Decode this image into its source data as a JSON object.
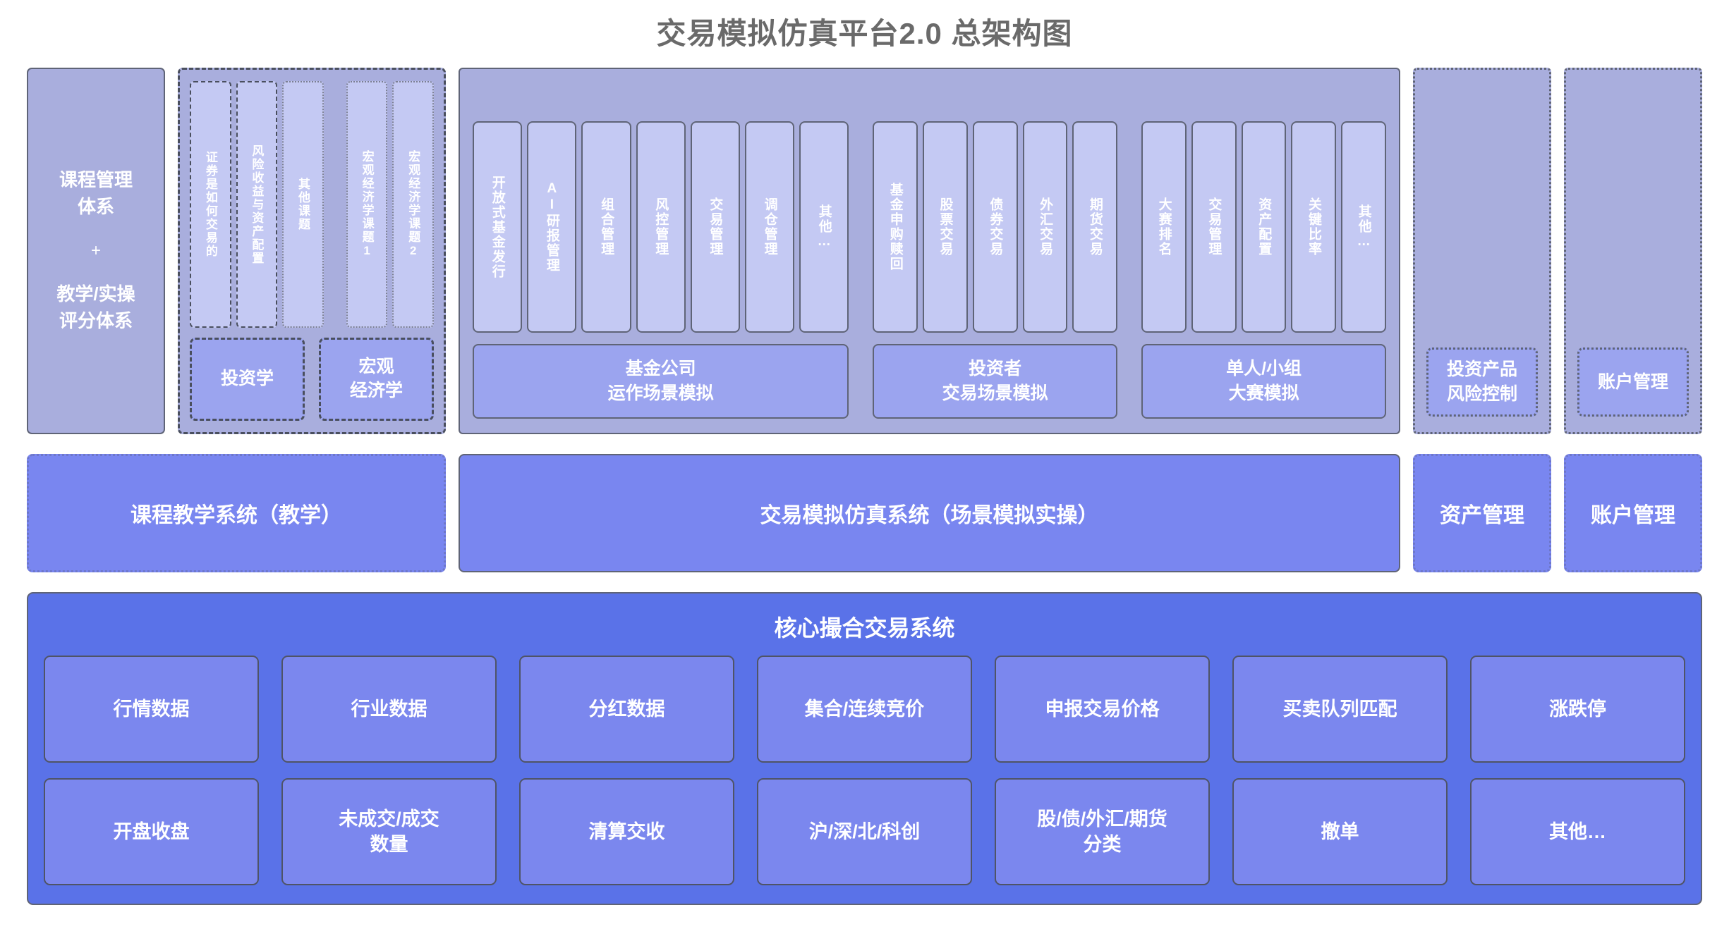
{
  "title": "交易模拟仿真平台2.0 总架构图",
  "course_column": {
    "line1": "课程管理\n体系",
    "plus": "+",
    "line2": "教学/实操\n评分体系"
  },
  "subjects_column": {
    "cards": [
      {
        "label": "证券是如何交易的",
        "style": "dash"
      },
      {
        "label": "风险收益与资产配置",
        "style": "dash"
      },
      {
        "label": "其他课题",
        "style": "dot"
      },
      {
        "label": "宏观经济学课题1",
        "style": "dot"
      },
      {
        "label": "宏观经济学课题2",
        "style": "dot"
      }
    ],
    "buttons": [
      {
        "label": "投资学"
      },
      {
        "label": "宏观\n经济学"
      }
    ]
  },
  "simulation_column": {
    "groups": [
      {
        "caption": "基金公司\n运作场景模拟",
        "cards": [
          "开放式基金发行",
          "AI研报管理",
          "组合管理",
          "风控管理",
          "交易管理",
          "调仓管理",
          "其他…"
        ]
      },
      {
        "caption": "投资者\n交易场景模拟",
        "cards": [
          "基金申购赎回",
          "股票交易",
          "债券交易",
          "外汇交易",
          "期货交易"
        ]
      },
      {
        "caption": "单人/小组\n大赛模拟",
        "cards": [
          "大赛排名",
          "交易管理",
          "资产配置",
          "关键比率",
          "其他…"
        ]
      }
    ]
  },
  "right_columns": [
    {
      "label": "投资产品\n风险控制"
    },
    {
      "label": "账户管理"
    }
  ],
  "middle_layer": {
    "teaching": "课程教学系统（教学）",
    "simulation": "交易模拟仿真系统（场景模拟实操）",
    "asset": "资产管理",
    "account": "账户管理"
  },
  "core_system": {
    "title": "核心撮合交易系统",
    "rows": [
      [
        "行情数据",
        "行业数据",
        "分红数据",
        "集合/连续竞价",
        "申报交易价格",
        "买卖队列匹配",
        "涨跌停"
      ],
      [
        "开盘收盘",
        "未成交/成交\n数量",
        "清算交收",
        "沪/深/北/科创",
        "股/债/外汇/期货\n分类",
        "撤单",
        "其他…"
      ]
    ]
  },
  "colors": {
    "container": "#a9aedd",
    "inner_card": "#c4c9f3",
    "accent_light": "#9ba4ef",
    "mid_layer": "#7986f0",
    "core_bg": "#5a72e8",
    "core_card": "#7b87ee",
    "title_text": "#6a6a6a"
  }
}
